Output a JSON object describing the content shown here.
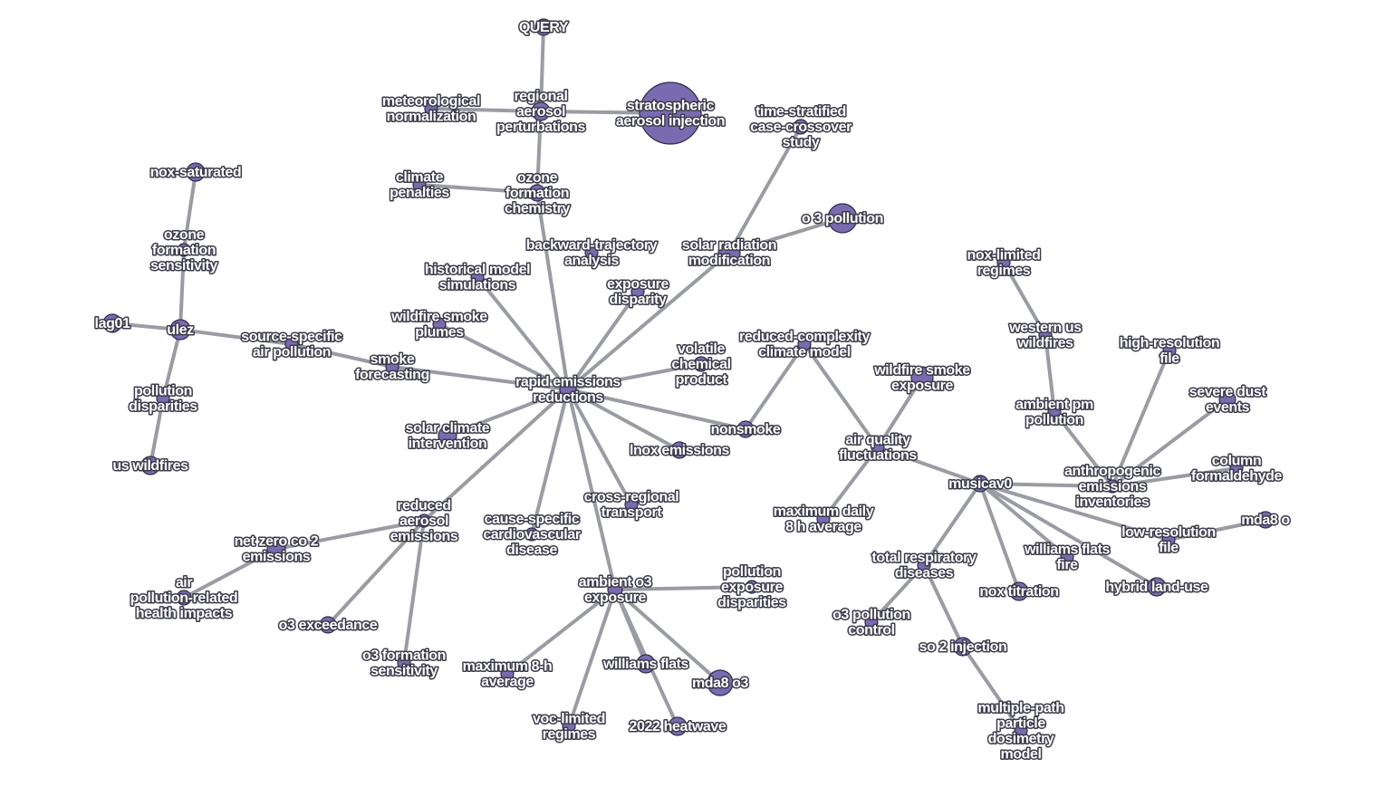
{
  "graph": {
    "node_color": "#7a6ab0",
    "edge_color": "#9a9ca3",
    "label_color": "#ffffff",
    "label_outline_color": "#3a3a4a",
    "nodes": [
      {
        "id": "query",
        "label": "QUERY"
      },
      {
        "id": "regional",
        "label": "regional\naerosol\nperturbations"
      },
      {
        "id": "meteo",
        "label": "meteorological\nnormalization"
      },
      {
        "id": "strato",
        "label": "stratospheric\naerosol injection"
      },
      {
        "id": "ozonechem",
        "label": "ozone\nformation\nchemistry"
      },
      {
        "id": "climpen",
        "label": "climate\npenalties"
      },
      {
        "id": "timestrat",
        "label": "time-stratified\ncase-crossover\nstudy"
      },
      {
        "id": "o3poll",
        "label": "o 3 pollution"
      },
      {
        "id": "solarrad",
        "label": "solar radiation\nmodification"
      },
      {
        "id": "backtraj",
        "label": "backward-trajectory\nanalysis"
      },
      {
        "id": "rapid",
        "label": "rapid emissions\nreductions"
      },
      {
        "id": "histmodel",
        "label": "historical model\nsimulations"
      },
      {
        "id": "exposdisp",
        "label": "exposure\ndisparity"
      },
      {
        "id": "wfplumes",
        "label": "wildfire smoke\nplumes"
      },
      {
        "id": "volatile",
        "label": "volatile\nchemical\nproduct"
      },
      {
        "id": "smokefc",
        "label": "smoke\nforecasting"
      },
      {
        "id": "srcair",
        "label": "source-specific\nair pollution"
      },
      {
        "id": "ulez",
        "label": "ulez"
      },
      {
        "id": "lag01",
        "label": "lag01"
      },
      {
        "id": "ozsens",
        "label": "ozone\nformation\nsensitivity"
      },
      {
        "id": "noxsat",
        "label": "nox-saturated"
      },
      {
        "id": "polldisp",
        "label": "pollution\ndisparities"
      },
      {
        "id": "uswf",
        "label": "us wildfires"
      },
      {
        "id": "solarclim",
        "label": "solar climate\nintervention"
      },
      {
        "id": "nonsmoke",
        "label": "nonsmoke"
      },
      {
        "id": "lnox",
        "label": "lnox emissions"
      },
      {
        "id": "redcomp",
        "label": "reduced-complexity\nclimate model"
      },
      {
        "id": "redaero",
        "label": "reduced\naerosol\nemissions"
      },
      {
        "id": "causecard",
        "label": "cause-specific\ncardiovascular\ndisease"
      },
      {
        "id": "crossreg",
        "label": "cross-regional\ntransport"
      },
      {
        "id": "netzero",
        "label": "net zero co 2\nemissions"
      },
      {
        "id": "airhealth",
        "label": "air\npollution-related\nhealth impacts"
      },
      {
        "id": "o3exceed",
        "label": "o3 exceedance"
      },
      {
        "id": "o3formsens",
        "label": "o3 formation\nsensitivity"
      },
      {
        "id": "ambo3",
        "label": "ambient o3\nexposure"
      },
      {
        "id": "pollexp",
        "label": "pollution\nexposure\ndisparities"
      },
      {
        "id": "max8h",
        "label": "maximum 8-h\naverage"
      },
      {
        "id": "wflats1",
        "label": "williams flats"
      },
      {
        "id": "mda8o3a",
        "label": "mda8 o3"
      },
      {
        "id": "voclim",
        "label": "voc-limited\nregimes"
      },
      {
        "id": "heat22",
        "label": "2022 heatwave"
      },
      {
        "id": "wfexpo",
        "label": "wildfire smoke\nexposure"
      },
      {
        "id": "aqfluct",
        "label": "air quality\nfluctuations"
      },
      {
        "id": "maxdaily",
        "label": "maximum daily\n8 h average"
      },
      {
        "id": "musicav0",
        "label": "musicav0"
      },
      {
        "id": "noxlim",
        "label": "nox-limited\nregimes"
      },
      {
        "id": "westus",
        "label": "western us\nwildfires"
      },
      {
        "id": "ambpm",
        "label": "ambient pm\npollution"
      },
      {
        "id": "hires",
        "label": "high-resolution\nfile"
      },
      {
        "id": "sevdust",
        "label": "severe dust\nevents"
      },
      {
        "id": "anthro",
        "label": "anthropogenic\nemissions\ninventories"
      },
      {
        "id": "colform",
        "label": "column\nformaldehyde"
      },
      {
        "id": "lowres",
        "label": "low-resolution\nfile"
      },
      {
        "id": "mda8ob",
        "label": "mda8 o"
      },
      {
        "id": "wflatsfire",
        "label": "williams flats\nfire"
      },
      {
        "id": "hybrid",
        "label": "hybrid land-use"
      },
      {
        "id": "noxtit",
        "label": "nox titration"
      },
      {
        "id": "totresp",
        "label": "total respiratory\ndiseases"
      },
      {
        "id": "o3ctrl",
        "label": "o3 pollution\ncontrol"
      },
      {
        "id": "so2inj",
        "label": "so 2 injection"
      },
      {
        "id": "multipath",
        "label": "multiple-path\nparticle\ndosimetry\nmodel"
      }
    ],
    "edges": [
      [
        "query",
        "regional"
      ],
      [
        "regional",
        "meteo"
      ],
      [
        "regional",
        "strato"
      ],
      [
        "regional",
        "ozonechem"
      ],
      [
        "ozonechem",
        "climpen"
      ],
      [
        "ozonechem",
        "rapid"
      ],
      [
        "timestrat",
        "solarrad"
      ],
      [
        "o3poll",
        "solarrad"
      ],
      [
        "solarrad",
        "rapid"
      ],
      [
        "histmodel",
        "rapid"
      ],
      [
        "exposdisp",
        "rapid"
      ],
      [
        "wfplumes",
        "rapid"
      ],
      [
        "volatile",
        "rapid"
      ],
      [
        "smokefc",
        "rapid"
      ],
      [
        "srcair",
        "smokefc"
      ],
      [
        "ulez",
        "srcair"
      ],
      [
        "ulez",
        "lag01"
      ],
      [
        "ulez",
        "ozsens"
      ],
      [
        "ozsens",
        "noxsat"
      ],
      [
        "ulez",
        "polldisp"
      ],
      [
        "polldisp",
        "uswf"
      ],
      [
        "solarclim",
        "rapid"
      ],
      [
        "nonsmoke",
        "rapid"
      ],
      [
        "lnox",
        "rapid"
      ],
      [
        "nonsmoke",
        "redcomp"
      ],
      [
        "redcomp",
        "aqfluct"
      ],
      [
        "redaero",
        "rapid"
      ],
      [
        "causecard",
        "rapid"
      ],
      [
        "crossreg",
        "rapid"
      ],
      [
        "redaero",
        "netzero"
      ],
      [
        "netzero",
        "airhealth"
      ],
      [
        "redaero",
        "o3exceed"
      ],
      [
        "redaero",
        "o3formsens"
      ],
      [
        "ambo3",
        "rapid"
      ],
      [
        "ambo3",
        "pollexp"
      ],
      [
        "ambo3",
        "max8h"
      ],
      [
        "ambo3",
        "wflats1"
      ],
      [
        "ambo3",
        "mda8o3a"
      ],
      [
        "ambo3",
        "voclim"
      ],
      [
        "ambo3",
        "heat22"
      ],
      [
        "wfexpo",
        "aqfluct"
      ],
      [
        "aqfluct",
        "maxdaily"
      ],
      [
        "aqfluct",
        "musicav0"
      ],
      [
        "noxlim",
        "westus"
      ],
      [
        "westus",
        "ambpm"
      ],
      [
        "ambpm",
        "anthro"
      ],
      [
        "hires",
        "anthro"
      ],
      [
        "sevdust",
        "anthro"
      ],
      [
        "colform",
        "anthro"
      ],
      [
        "musicav0",
        "anthro"
      ],
      [
        "musicav0",
        "lowres"
      ],
      [
        "lowres",
        "mda8ob"
      ],
      [
        "musicav0",
        "wflatsfire"
      ],
      [
        "musicav0",
        "hybrid"
      ],
      [
        "musicav0",
        "noxtit"
      ],
      [
        "musicav0",
        "totresp"
      ],
      [
        "totresp",
        "o3ctrl"
      ],
      [
        "totresp",
        "so2inj"
      ],
      [
        "so2inj",
        "multipath"
      ]
    ]
  }
}
